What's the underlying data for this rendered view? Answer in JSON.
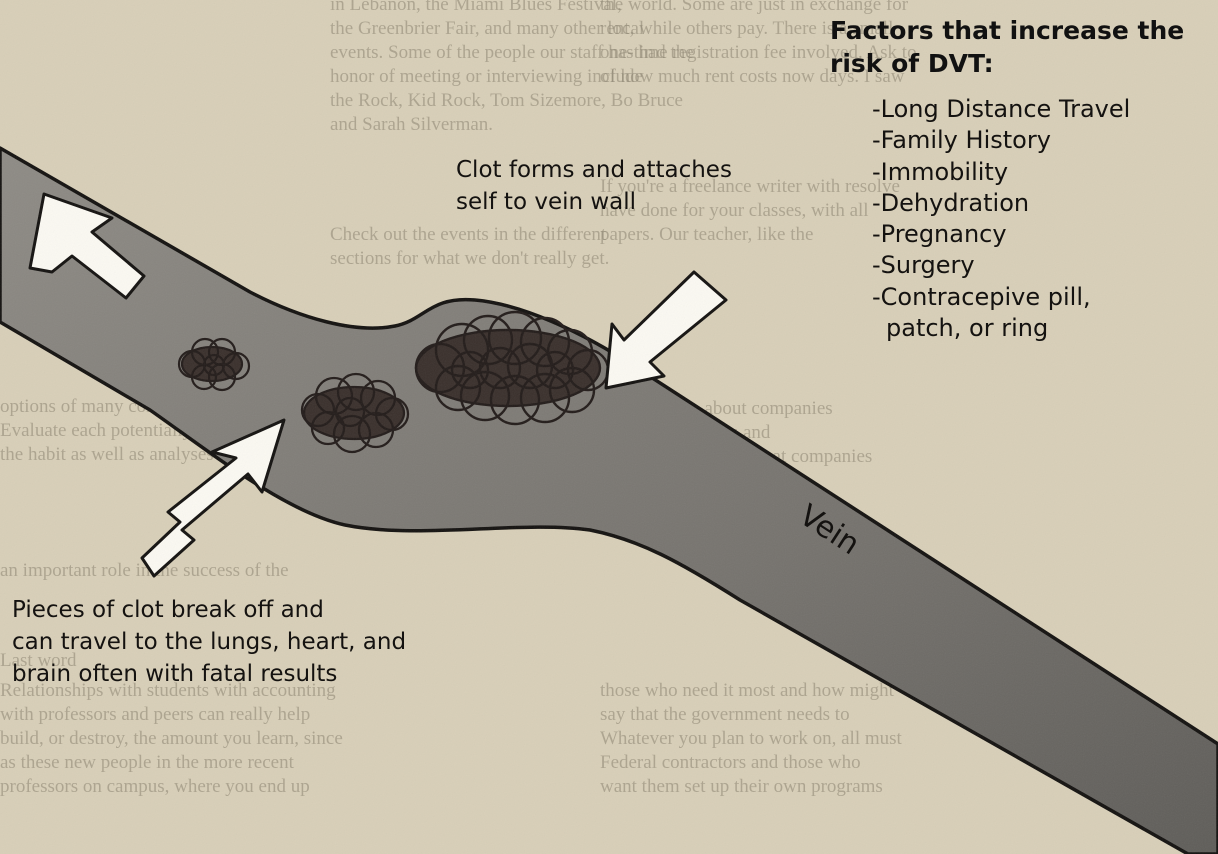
{
  "diagram": {
    "vein_label": "Vein",
    "clot_label": [
      "Clot forms and attaches",
      "self to vein wall"
    ],
    "break_label": [
      "Pieces of clot break off and",
      "can travel to the lungs, heart, and",
      "brain often with fatal results"
    ],
    "risk_heading": [
      "Factors that increase the",
      "risk of DVT:"
    ],
    "risk_factors": [
      "-Long Distance Travel",
      "-Family History",
      "-Immobility",
      "-Dehydration",
      "-Pregnancy",
      "-Surgery",
      "-Contracepive pill,",
      "patch, or ring"
    ]
  },
  "colors": {
    "paper": "#d8cfb8",
    "vein_fill": "#7a7874",
    "outline": "#141210",
    "clot": "#2b2220",
    "arrow_fill": "#fbf9f2"
  }
}
